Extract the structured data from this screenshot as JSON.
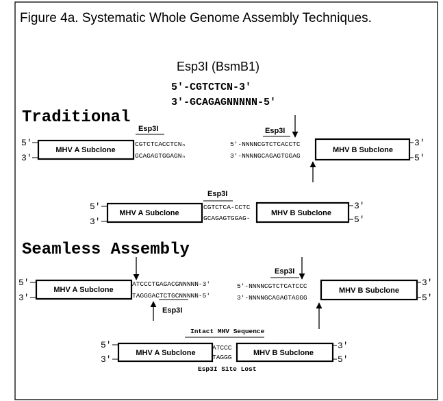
{
  "figure_title": "Figure 4a.  Systematic Whole Genome Assembly Techniques.",
  "enzyme": {
    "name": "Esp3I (BsmB1)",
    "top_strand": "5'-CGTCTCN-3'",
    "bottom_strand": "3'-GCAGAGNNNNN-5'"
  },
  "traditional": {
    "heading": "Traditional",
    "left_fragment": {
      "site_label": "Esp3I",
      "end5": "5'",
      "end3": "3'",
      "subclone": "MHV A Subclone",
      "top_seq": "CGTCTCACCTCNₙ",
      "bottom_seq": "GCAGAGTGGAGNₙ"
    },
    "right_fragment": {
      "site_label": "Esp3I",
      "top_seq": "5'-NNNNCGTCTCACCTC",
      "bottom_seq": "3'-NNNNGCAGAGTGGAG",
      "subclone": "MHV B Subclone",
      "end_top": "3'",
      "end_bottom": "5'"
    },
    "ligated": {
      "site_label": "Esp3I",
      "end5": "5'",
      "end3": "3'",
      "left_subclone": "MHV A Subclone",
      "top_seq": "CGTCTCA-CCTC",
      "bottom_seq": "GCAGAGTGGAG-",
      "right_subclone": "MHV B Subclone",
      "end_top": "3'",
      "end_bottom": "5'"
    }
  },
  "seamless": {
    "heading": "Seamless Assembly",
    "left_fragment": {
      "site_label": "Esp3I",
      "end5": "5'",
      "end3": "3'",
      "subclone": "MHV A Subclone",
      "top_seq": "ATCCCTGAGACGNNNNN-3'",
      "bottom_seq": "TAGGGACTCTGCNNNNN-5'"
    },
    "right_fragment": {
      "site_label": "Esp3I",
      "top_seq": "5'-NNNNCGTCTCATCCC",
      "bottom_seq": "3'-NNNNGCAGAGTAGGG",
      "subclone": "MHV B Subclone",
      "end_top": "3'",
      "end_bottom": "5'"
    },
    "ligated": {
      "intact_label": "Intact MHV Sequence",
      "end5": "5'",
      "end3": "3'",
      "left_subclone": "MHV A Subclone",
      "top_seq": "ATCCC",
      "bottom_seq": "TAGGG",
      "right_subclone": "MHV B Subclone",
      "end_top": "3'",
      "end_bottom": "5'",
      "lost_label": "Esp3I Site Lost"
    }
  }
}
